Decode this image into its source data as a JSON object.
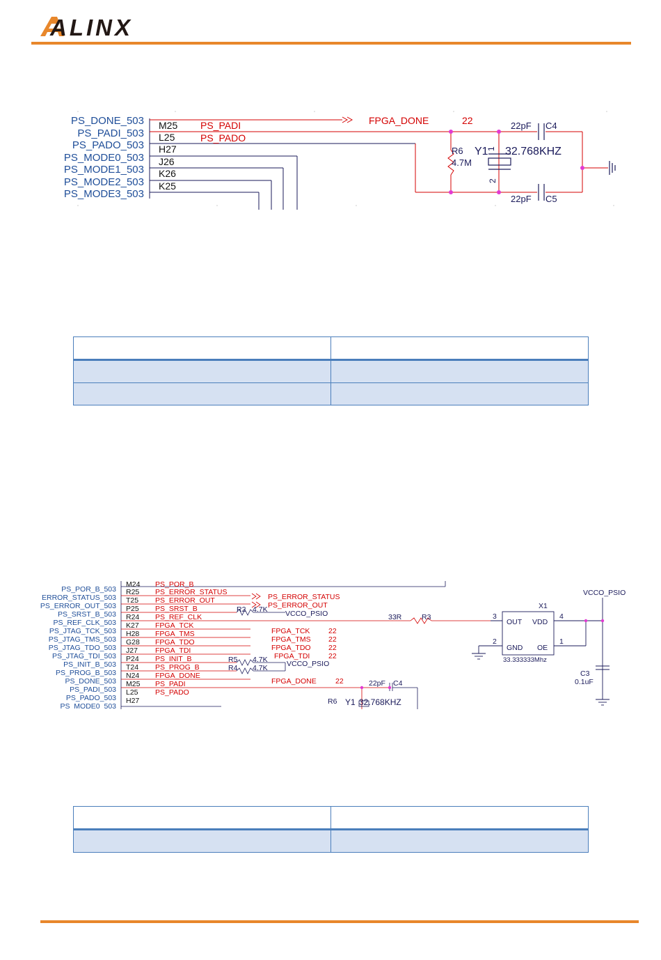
{
  "header": {
    "logo_text": "ALINX",
    "accent_color": "#e8872b",
    "logo_dark_color": "#231815"
  },
  "figure1": {
    "signals": [
      "PS_DONE_503",
      "PS_PADI_503",
      "PS_PADO_503",
      "PS_MODE0_503",
      "PS_MODE1_503",
      "PS_MODE2_503",
      "PS_MODE3_503"
    ],
    "pins": [
      "M25",
      "L25",
      "H27",
      "J26",
      "K26",
      "K25"
    ],
    "nets": [
      "PS_PADI",
      "PS_PADO"
    ],
    "fpga_done": "FPGA_DONE",
    "fpga_done_num": "22",
    "r6": "R6",
    "r6_val": "4.7M",
    "y1": "Y1",
    "y1_val": "32.768KHZ",
    "pin1": "1",
    "pin2": "2",
    "c4_val": "22pF",
    "c4": "C4",
    "c5_val": "22pF",
    "c5": "C5"
  },
  "table1": {
    "rows": [
      [
        "",
        ""
      ],
      [
        "",
        ""
      ],
      [
        "",
        ""
      ]
    ]
  },
  "figure2": {
    "signals": [
      "PS_POR_B_503",
      "ERROR_STATUS_503",
      "PS_ERROR_OUT_503",
      "PS_SRST_B_503",
      "PS_REF_CLK_503",
      "PS_JTAG_TCK_503",
      "PS_JTAG_TMS_503",
      "PS_JTAG_TDO_503",
      "PS_JTAG_TDI_503",
      "PS_INIT_B_503",
      "PS_PROG_B_503",
      "PS_DONE_503",
      "PS_PADI_503",
      "PS_PADO_503",
      "PS_MODE0_503"
    ],
    "pins": [
      "M24",
      "R25",
      "T25",
      "P25",
      "R24",
      "K27",
      "H28",
      "G28",
      "J27",
      "P24",
      "T24",
      "N24",
      "M25",
      "L25",
      "H27"
    ],
    "nets": [
      "PS_POR_B",
      "PS_ERROR_STATUS",
      "PS_ERROR_OUT",
      "PS_SRST_B",
      "PS_REF_CLK",
      "FPGA_TCK",
      "FPGA_TMS",
      "FPGA_TDO",
      "FPGA_TDI",
      "PS_INIT_B",
      "PS_PROG_B",
      "FPGA_DONE",
      "PS_PADI",
      "PS_PADO",
      ""
    ],
    "ports": [
      "PS_ERROR_STATUS",
      "PS_ERROR_OUT"
    ],
    "r2": "R2",
    "r2_val": "4.7K",
    "vcco": "VCCO_PSIO",
    "jtag_ports": [
      "FPGA_TCK",
      "FPGA_TMS",
      "FPGA_TDO",
      "FPGA_TDI"
    ],
    "jtag_nums": [
      "22",
      "22",
      "22",
      "22"
    ],
    "r5": "R5",
    "r5_val": "4.7K",
    "r4": "R4",
    "r4_val": "4.7K",
    "vcco2": "VCCO_PSIO",
    "fpga_done": "FPGA_DONE",
    "fpga_done_num": "22",
    "r3_val": "33R",
    "r3": "R3",
    "x1": "X1",
    "x1_pins": [
      "3",
      "4",
      "2",
      "1"
    ],
    "x1_labels": [
      "OUT",
      "VDD",
      "GND",
      "OE"
    ],
    "x1_freq": "33.333333Mhz",
    "vcco_top": "VCCO_PSIO",
    "c3": "C3",
    "c3_val": "0.1uF",
    "c4_val": "22pF",
    "c4": "C4",
    "r6": "R6",
    "y1": "Y1",
    "y1_val": "32.768KHZ"
  },
  "table2": {
    "rows": [
      [
        "",
        ""
      ],
      [
        "",
        ""
      ]
    ]
  }
}
